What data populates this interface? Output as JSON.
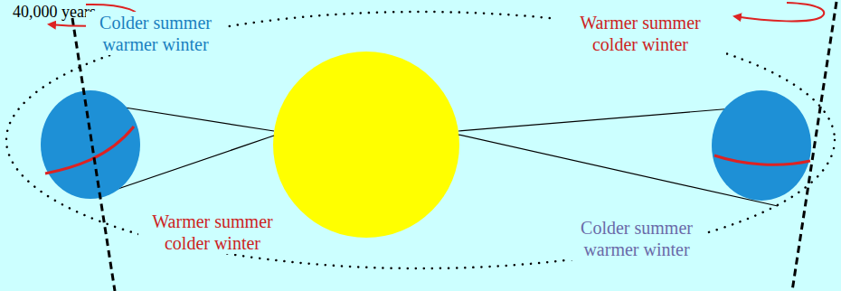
{
  "diagram": {
    "labels": [
      "40,000 years",
      "Colder summer warmer winter",
      "Warmer summer colder winter",
      "Warmer summer colder winter",
      "Colder summer warmer winter"
    ]
  }
}
